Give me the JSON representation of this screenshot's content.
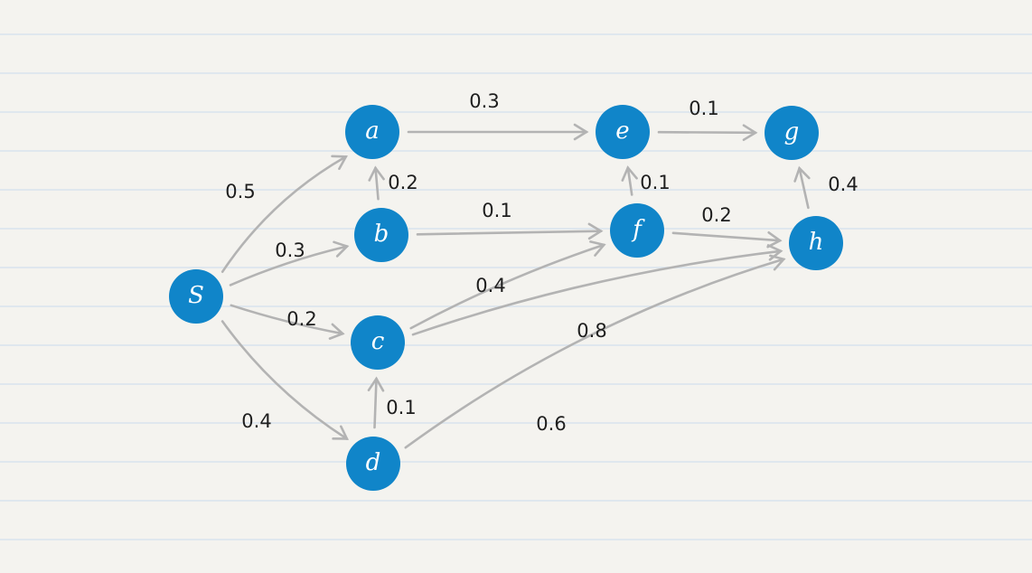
{
  "nodes": [
    {
      "id": "s",
      "label": "S"
    },
    {
      "id": "a",
      "label": "a"
    },
    {
      "id": "b",
      "label": "b"
    },
    {
      "id": "c",
      "label": "c"
    },
    {
      "id": "d",
      "label": "d"
    },
    {
      "id": "e",
      "label": "e"
    },
    {
      "id": "f",
      "label": "f"
    },
    {
      "id": "g",
      "label": "g"
    },
    {
      "id": "h",
      "label": "h"
    }
  ],
  "edges": [
    {
      "from": "s",
      "to": "a",
      "weight": "0.5"
    },
    {
      "from": "s",
      "to": "b",
      "weight": "0.3"
    },
    {
      "from": "s",
      "to": "c",
      "weight": "0.2"
    },
    {
      "from": "s",
      "to": "d",
      "weight": "0.4"
    },
    {
      "from": "b",
      "to": "a",
      "weight": "0.2"
    },
    {
      "from": "a",
      "to": "e",
      "weight": "0.3"
    },
    {
      "from": "b",
      "to": "f",
      "weight": "0.1"
    },
    {
      "from": "c",
      "to": "f",
      "weight": "0.4"
    },
    {
      "from": "c",
      "to": "h",
      "weight": "0.8"
    },
    {
      "from": "d",
      "to": "c",
      "weight": "0.1"
    },
    {
      "from": "d",
      "to": "h",
      "weight": "0.6"
    },
    {
      "from": "f",
      "to": "e",
      "weight": "0.1"
    },
    {
      "from": "e",
      "to": "g",
      "weight": "0.1"
    },
    {
      "from": "f",
      "to": "h",
      "weight": "0.2"
    },
    {
      "from": "h",
      "to": "g",
      "weight": "0.4"
    }
  ],
  "colors": {
    "node_fill": "#1085c9",
    "node_text": "#ffffff",
    "edge": "#b3b3b3",
    "label": "#1e1e1e",
    "paper": "#f4f3ef",
    "rule_line": "#dfe7ee"
  }
}
